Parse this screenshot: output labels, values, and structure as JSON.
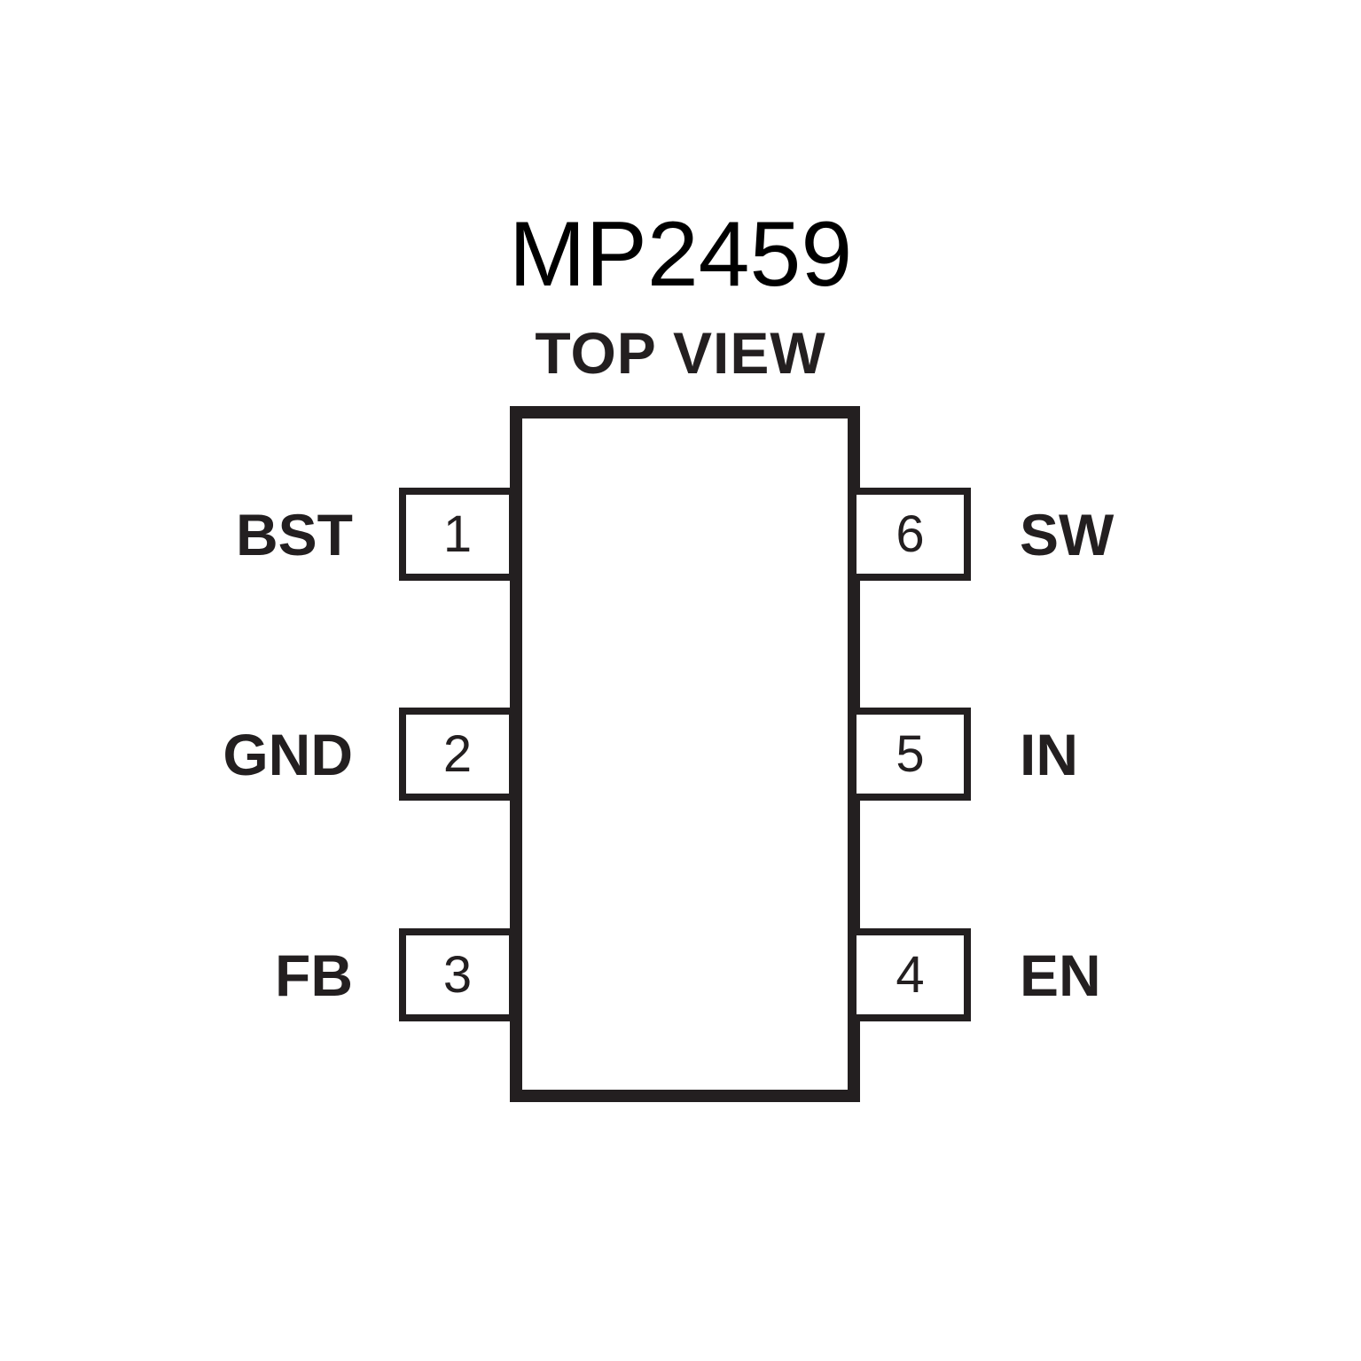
{
  "title": "MP2459",
  "subtitle": "TOP VIEW",
  "colors": {
    "line": "#231f20",
    "background": "#ffffff"
  },
  "chip": {
    "package_sides": 2,
    "left_pins": [
      {
        "number": "1",
        "label": "BST"
      },
      {
        "number": "2",
        "label": "GND"
      },
      {
        "number": "3",
        "label": "FB"
      }
    ],
    "right_pins": [
      {
        "number": "6",
        "label": "SW"
      },
      {
        "number": "5",
        "label": "IN"
      },
      {
        "number": "4",
        "label": "EN"
      }
    ]
  }
}
